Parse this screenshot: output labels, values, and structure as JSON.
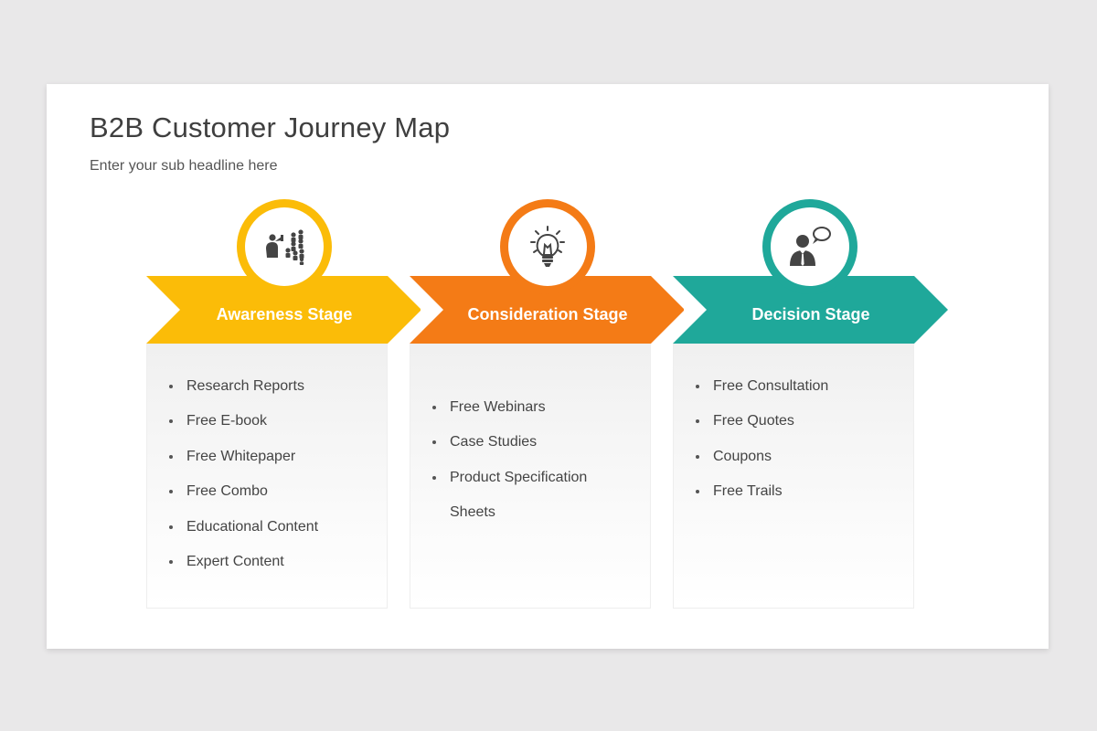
{
  "title": "B2B Customer Journey Map",
  "subtitle": "Enter your sub headline here",
  "stages": [
    {
      "label": "Awareness Stage",
      "color": "#fbbc08",
      "icon": "presenter-audience-icon",
      "items": [
        "Research Reports",
        "Free E-book",
        "Free Whitepaper",
        "Free Combo",
        "Educational Content",
        "Expert Content"
      ]
    },
    {
      "label": "Consideration Stage",
      "color": "#f47b16",
      "icon": "lightbulb-icon",
      "items": [
        "Free Webinars",
        "Case Studies",
        "Product Specification",
        "Sheets"
      ]
    },
    {
      "label": "Decision Stage",
      "color": "#1fa89a",
      "icon": "person-speech-bubble-icon",
      "items": [
        "Free Consultation",
        "Free Quotes",
        "Coupons",
        "Free Trails"
      ]
    }
  ]
}
